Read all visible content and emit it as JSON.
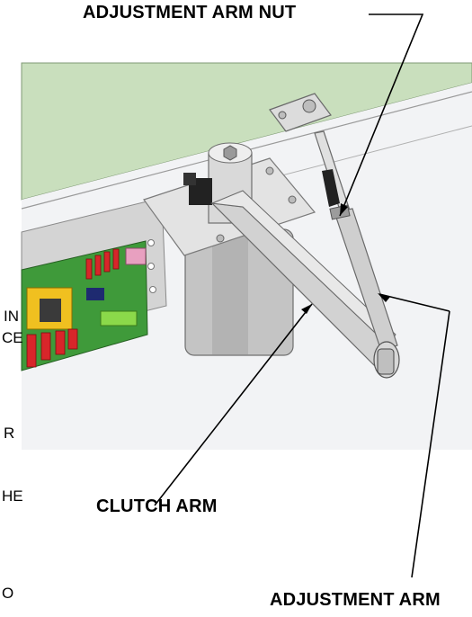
{
  "labels": {
    "adjustment_arm_nut": "ADJUSTMENT ARM NUT",
    "clutch_arm": "CLUTCH ARM",
    "adjustment_arm": "ADJUSTMENT ARM"
  },
  "cropped_text": {
    "frag_1": "IN",
    "frag_2": "CE",
    "frag_3": "R",
    "frag_4": "HE",
    "frag_5": "O"
  },
  "colors": {
    "background_panel": "#c9dfbd",
    "metal_light": "#e6e6e6",
    "metal_mid": "#c4c4c4",
    "metal_dark": "#8c8c8c",
    "circuit_board": "#3f9a3a",
    "transformer": "#f0c020",
    "connector_red": "#d8262a",
    "rubber_black": "#222222"
  }
}
